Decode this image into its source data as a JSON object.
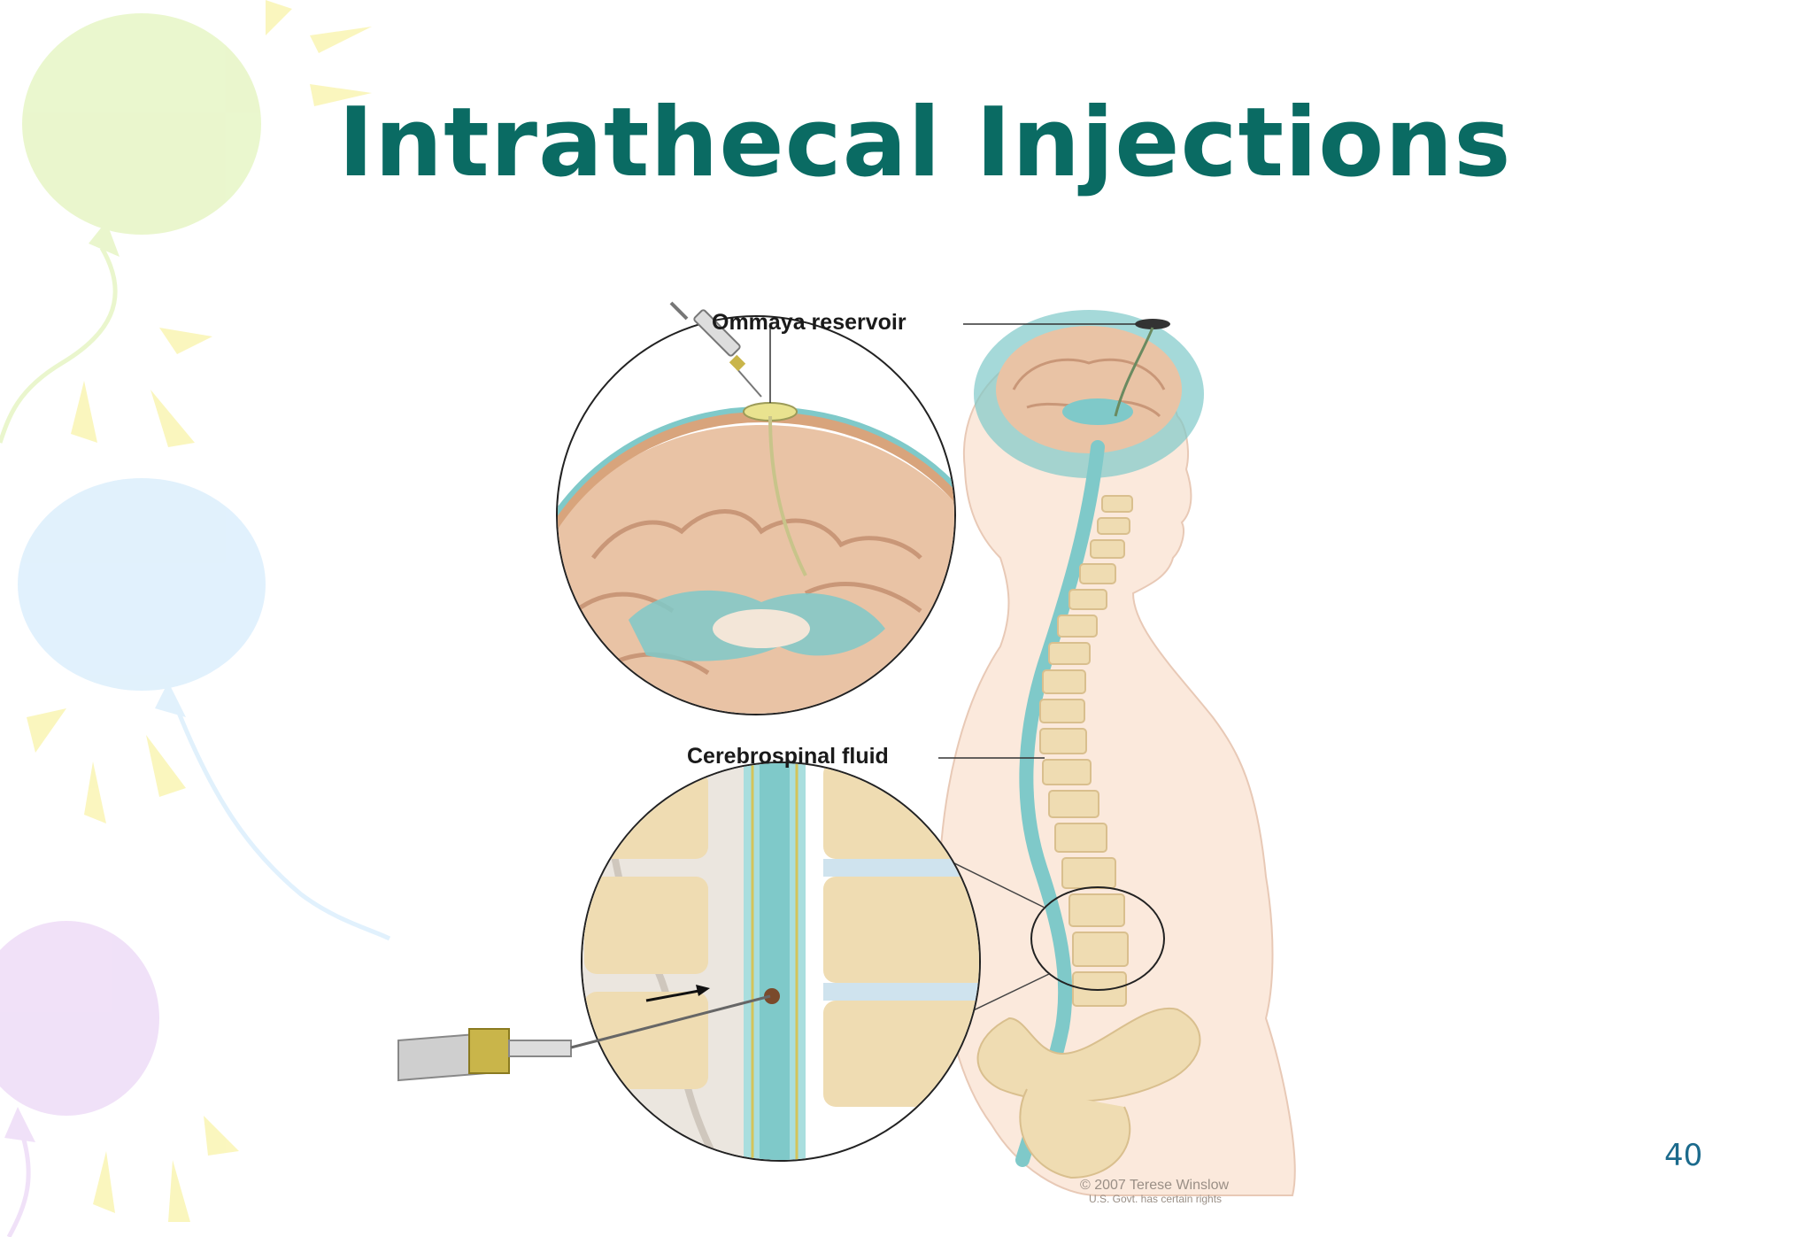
{
  "slide": {
    "title": "Intrathecal Injections",
    "page_number": "40"
  },
  "figure": {
    "label_top": "Ommaya reservoir",
    "label_middle": "Cerebrospinal fluid",
    "credit_line1": "© 2007 Terese Winslow",
    "credit_line2": "U.S. Govt. has certain rights"
  },
  "colors": {
    "title": "#0a6b63",
    "page_number": "#1b6a8c",
    "csf": "#7fc9c9",
    "brain": "#e9c3a5",
    "bone": "#efdcb2",
    "skin": "#fbe9dc"
  }
}
